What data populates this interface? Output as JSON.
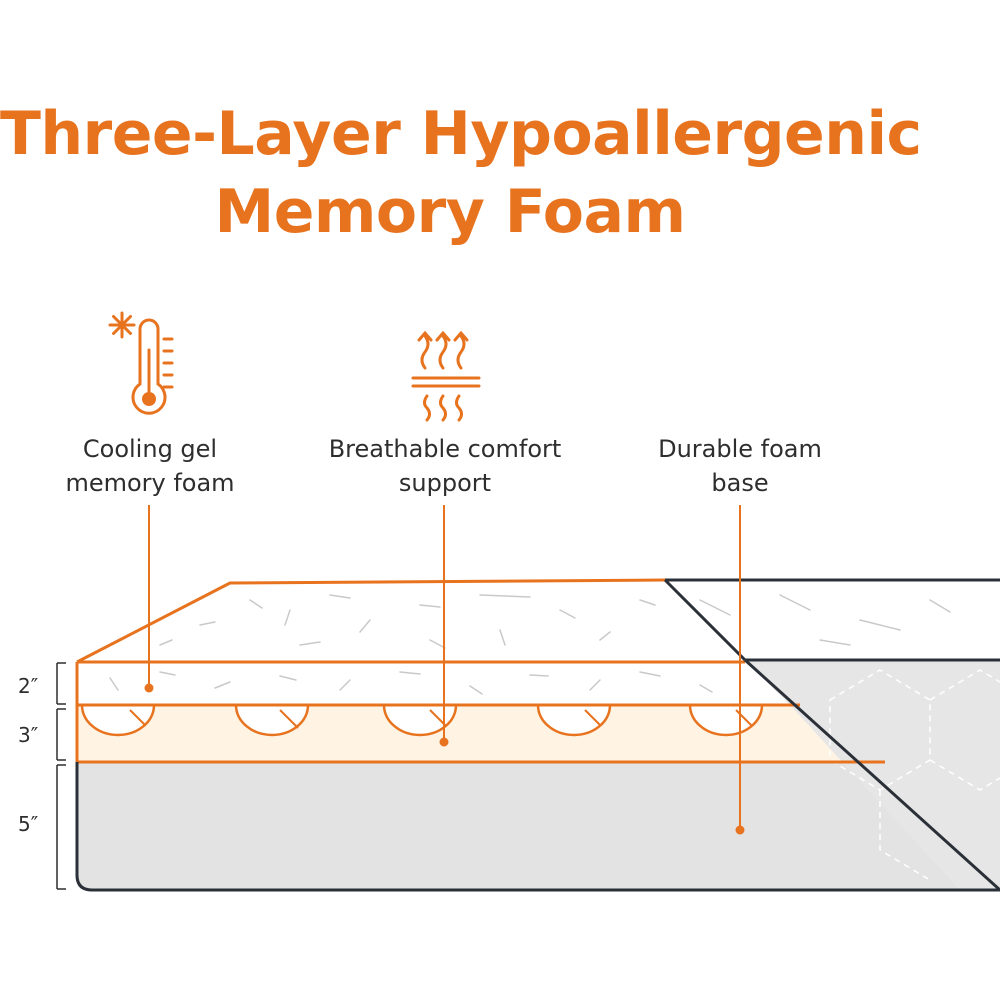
{
  "title": {
    "line1": "Three-Layer Hypoallergenic",
    "line2": "Memory Foam"
  },
  "colors": {
    "accent": "#e8731f",
    "text": "#2e2e2e",
    "dark_outline": "#2b3038",
    "gel_fill": "#ffffff",
    "comfort_fill": "#fff3e3",
    "base_fill": "#e3e3e3"
  },
  "layers": [
    {
      "label_line1": "Cooling gel",
      "label_line2": "memory foam",
      "icon": "thermometer-snowflake-icon",
      "thickness": "2″"
    },
    {
      "label_line1": "Breathable comfort",
      "label_line2": "support",
      "icon": "airflow-heat-icon",
      "thickness": "3″"
    },
    {
      "label_line1": "Durable foam",
      "label_line2": "base",
      "icon": "",
      "thickness": "5″"
    }
  ]
}
